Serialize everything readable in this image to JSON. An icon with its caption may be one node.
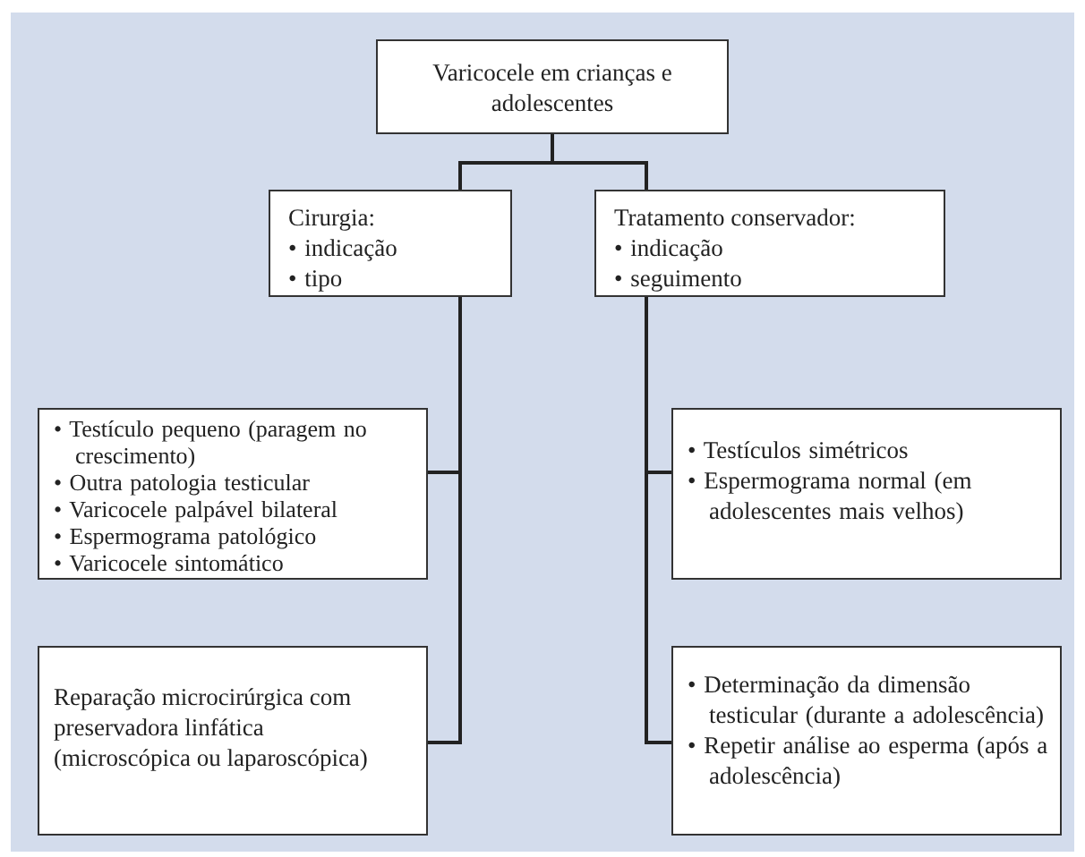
{
  "diagram": {
    "nodes": [
      {
        "text": [
          "Varicocele em crianças e adolescentes"
        ]
      },
      {
        "text": [
          "Cirurgia:",
          "• indicação",
          "• tipo"
        ]
      },
      {
        "text": [
          "Tratamento conservador:",
          "• indicação",
          "• seguimento"
        ]
      },
      {
        "text": [
          "• Testículo pequeno (paragem no crescimento)",
          "• Outra patologia testicular",
          "• Varicocele palpável bilateral",
          "• Espermograma patológico",
          "• Varicocele sintomático"
        ]
      },
      {
        "text": [
          "Reparação microcirúrgica com preservadora linfática (microscópica ou laparoscópica)"
        ]
      },
      {
        "text": [
          "• Testículos simétricos",
          "• Espermograma normal (em adolescentes mais velhos)"
        ]
      },
      {
        "text": [
          "• Determinação da dimensão testicular (durante a adolescência)",
          "• Repetir análise ao esperma (após a adolescência)"
        ]
      }
    ],
    "edges": [
      {
        "from": 0,
        "to": 1,
        "arrow": "none"
      },
      {
        "from": 0,
        "to": 2,
        "arrow": "none"
      },
      {
        "from": 1,
        "to": 3,
        "arrow": "none"
      },
      {
        "from": 1,
        "to": 4,
        "arrow": "none"
      },
      {
        "from": 2,
        "to": 5,
        "arrow": "none"
      },
      {
        "from": 2,
        "to": 6,
        "arrow": "none"
      }
    ]
  }
}
